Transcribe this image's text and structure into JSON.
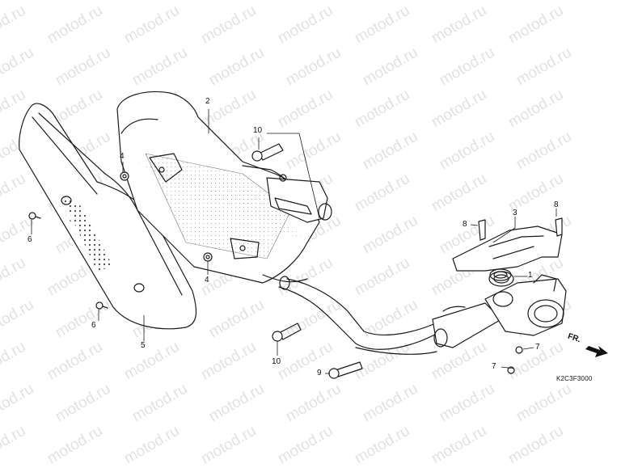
{
  "watermark": "motod.ru",
  "diagram_code": "K2C3F3000",
  "direction_label": "FR.",
  "callouts": [
    {
      "id": "c2",
      "label": "2"
    },
    {
      "id": "c10a",
      "label": "10"
    },
    {
      "id": "c4a",
      "label": "4"
    },
    {
      "id": "c6a",
      "label": "6"
    },
    {
      "id": "c4b",
      "label": "4"
    },
    {
      "id": "c6b",
      "label": "6"
    },
    {
      "id": "c5",
      "label": "5"
    },
    {
      "id": "c10b",
      "label": "10"
    },
    {
      "id": "c9",
      "label": "9"
    },
    {
      "id": "c3",
      "label": "3"
    },
    {
      "id": "c8a",
      "label": "8"
    },
    {
      "id": "c8b",
      "label": "8"
    },
    {
      "id": "c1",
      "label": "1"
    },
    {
      "id": "c7a",
      "label": "7"
    },
    {
      "id": "c7b",
      "label": "7"
    }
  ]
}
